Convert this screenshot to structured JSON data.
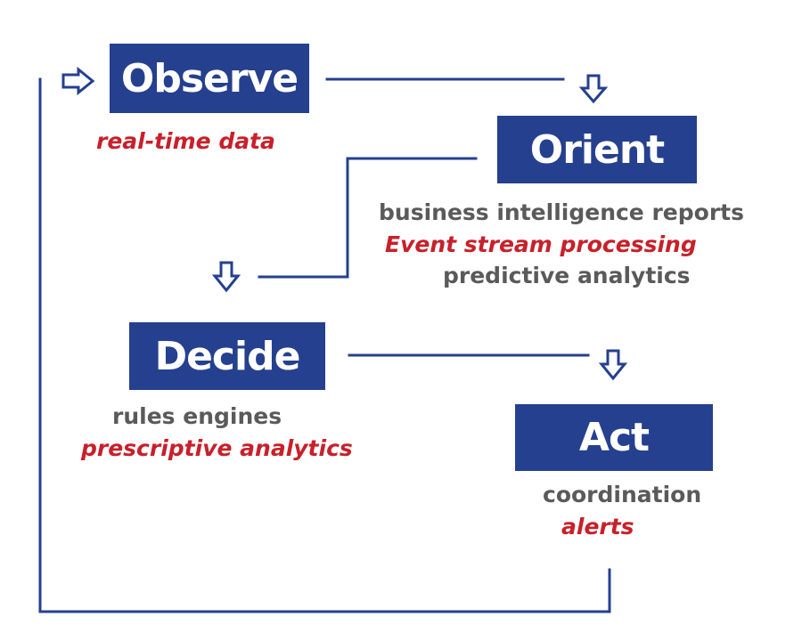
{
  "colors": {
    "box_fill": "#25408f",
    "connector": "#25408f",
    "text_gray": "#5a5a5a",
    "text_red": "#c8202a"
  },
  "steps": {
    "observe": {
      "title": "Observe",
      "notes": [
        "real-time data"
      ]
    },
    "orient": {
      "title": "Orient",
      "notes": [
        "business intelligence reports",
        "Event stream processing",
        "predictive analytics"
      ]
    },
    "decide": {
      "title": "Decide",
      "notes": [
        "rules engines",
        "prescriptive analytics"
      ]
    },
    "act": {
      "title": "Act",
      "notes": [
        "coordination",
        "alerts"
      ]
    }
  },
  "icons": {
    "entry_arrow": "arrow-right-icon",
    "down_arrows": "arrow-down-icon"
  }
}
